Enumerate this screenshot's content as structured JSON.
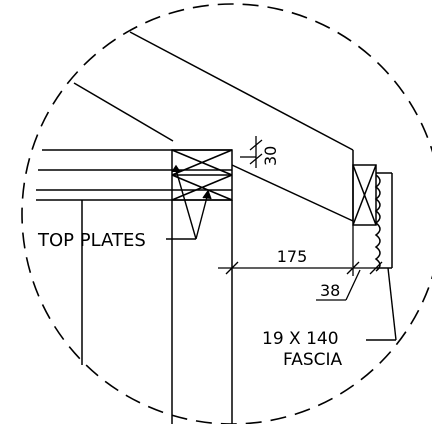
{
  "labels": {
    "top_plates": "TOP PLATES",
    "dim_30": "30",
    "dim_175": "175",
    "dim_38": "38",
    "fascia_size": "19 X 140",
    "fascia_name": "FASCIA"
  },
  "colors": {
    "ink": "#000000",
    "background": "#ffffff"
  }
}
